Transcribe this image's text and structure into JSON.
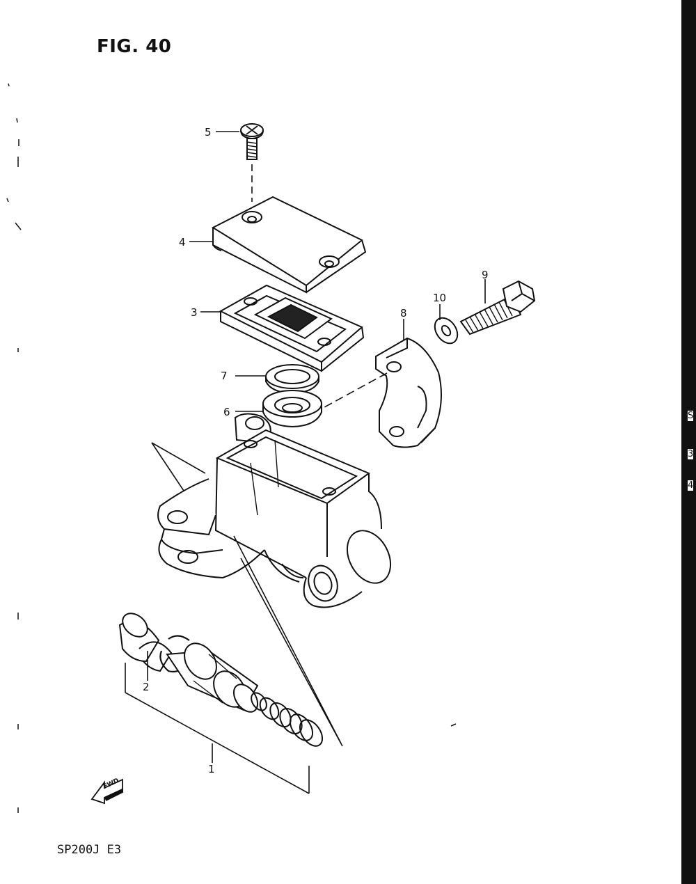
{
  "figure": {
    "title": "FIG. 40",
    "model_code": "SP200J  E3",
    "fwd_label": "FWD"
  },
  "callouts": [
    "1",
    "2",
    "3",
    "4",
    "5",
    "6",
    "7",
    "8",
    "9",
    "10"
  ],
  "edge_fragments": [
    "S",
    "3",
    "4"
  ],
  "colors": {
    "ink": "#111111",
    "paper": "#ffffff"
  }
}
